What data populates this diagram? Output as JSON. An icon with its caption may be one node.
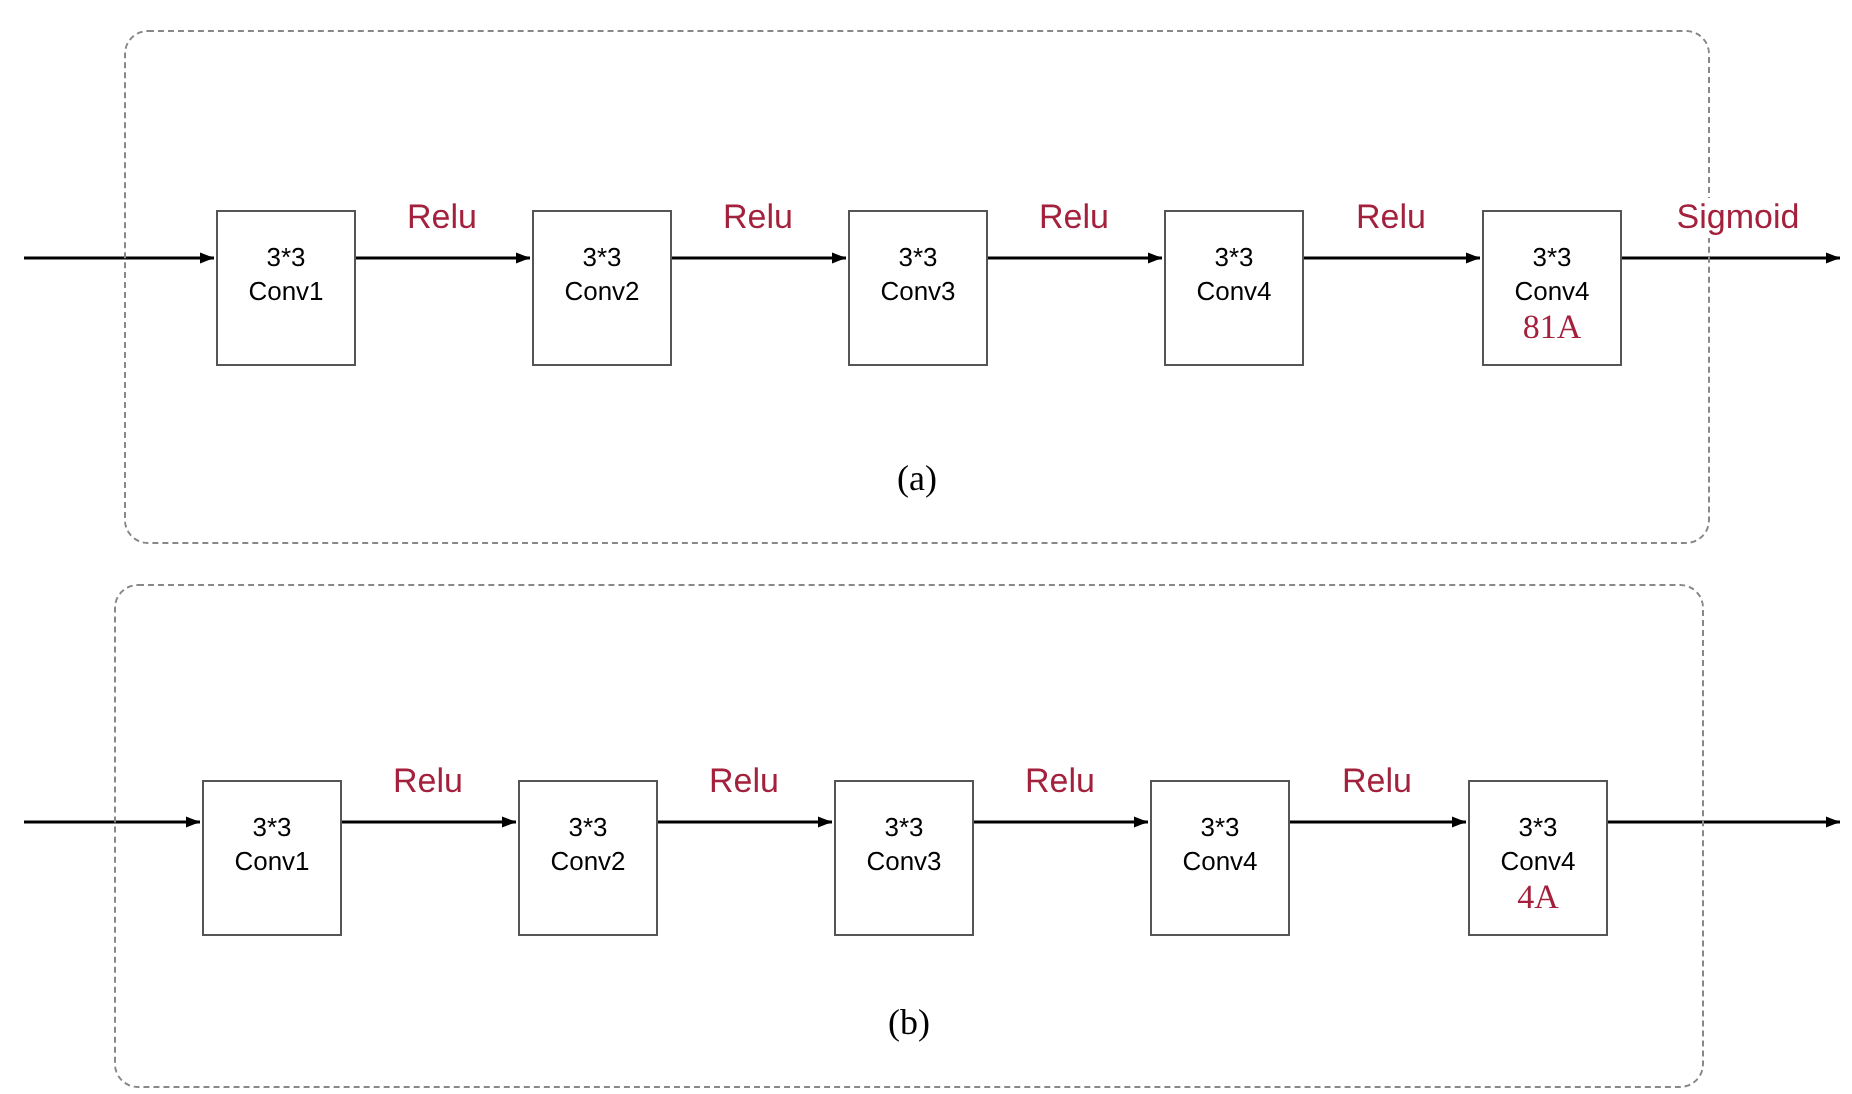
{
  "diagram": {
    "nodes": [
      {
        "text": [
          "(a)"
        ]
      },
      {
        "text": [
          "3*3 Conv1"
        ],
        "in": 0
      },
      {
        "text": [
          "3*3 Conv2"
        ],
        "in": 0
      },
      {
        "text": [
          "3*3 Conv3"
        ],
        "in": 0
      },
      {
        "text": [
          "3*3 Conv4"
        ],
        "in": 0
      },
      {
        "text": [
          "3*3 Conv4",
          "81A"
        ],
        "in": 0
      },
      {
        "text": [
          "(b)"
        ]
      },
      {
        "text": [
          "3*3 Conv1"
        ],
        "in": 6
      },
      {
        "text": [
          "3*3 Conv2"
        ],
        "in": 6
      },
      {
        "text": [
          "3*3 Conv3"
        ],
        "in": 6
      },
      {
        "text": [
          "3*3 Conv4"
        ],
        "in": 6
      },
      {
        "text": [
          "3*3 Conv4",
          "4A"
        ],
        "in": 6
      }
    ],
    "edges": [
      {
        "from": null,
        "to": 1,
        "arrow": "to"
      },
      {
        "from": 1,
        "to": 2,
        "arrow": "to",
        "label": "Relu"
      },
      {
        "from": 2,
        "to": 3,
        "arrow": "to",
        "label": "Relu"
      },
      {
        "from": 3,
        "to": 4,
        "arrow": "to",
        "label": "Relu"
      },
      {
        "from": 4,
        "to": 5,
        "arrow": "to",
        "label": "Relu"
      },
      {
        "from": 5,
        "to": null,
        "arrow": "to",
        "label": "Sigmoid"
      },
      {
        "from": null,
        "to": 7,
        "arrow": "to"
      },
      {
        "from": 7,
        "to": 8,
        "arrow": "to",
        "label": "Relu"
      },
      {
        "from": 8,
        "to": 9,
        "arrow": "to",
        "label": "Relu"
      },
      {
        "from": 9,
        "to": 10,
        "arrow": "to",
        "label": "Relu"
      },
      {
        "from": 10,
        "to": 11,
        "arrow": "to",
        "label": "Relu"
      },
      {
        "from": 11,
        "to": null,
        "arrow": "to"
      }
    ]
  }
}
